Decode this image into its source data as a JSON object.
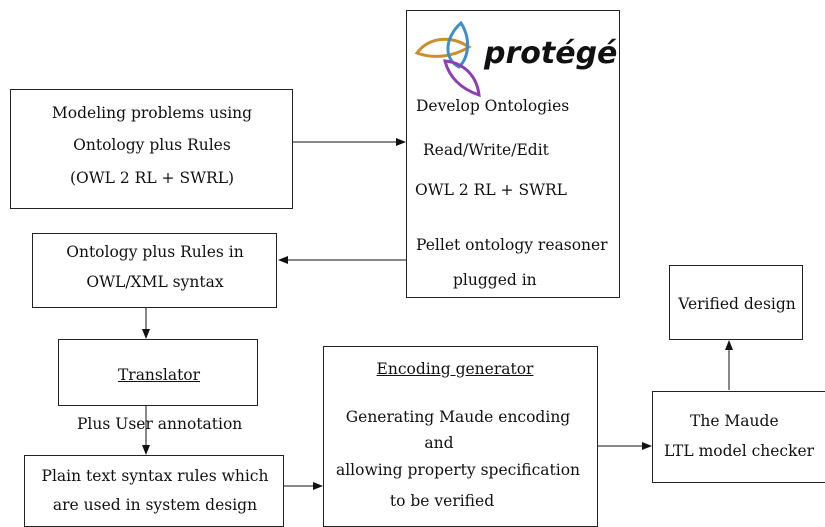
{
  "box_modeling": {
    "line1": "Modeling problems using",
    "line2": "Ontology plus Rules",
    "line3": "(OWL 2 RL + SWRL)"
  },
  "box_protege": {
    "logo_text": "protégé",
    "line1": "Develop Ontologies",
    "line2": "Read/Write/Edit",
    "line3": "OWL 2 RL + SWRL",
    "line4": "Pellet ontology reasoner",
    "line5": "plugged in"
  },
  "box_owlxml": {
    "line1": "Ontology plus Rules in",
    "line2": "OWL/XML syntax"
  },
  "box_translator": {
    "title": "Translator"
  },
  "annotation_label": "Plus User annotation",
  "box_plaintext": {
    "line1": "Plain text syntax rules which",
    "line2": "are used in system design"
  },
  "box_encoding": {
    "title": "Encoding generator",
    "line1": "Generating Maude encoding",
    "line2": "and",
    "line3": "allowing property specification",
    "line4": "to be verified"
  },
  "box_maude": {
    "line1": "The Maude",
    "line2": "LTL model checker"
  },
  "box_verified": {
    "title": "Verified design"
  }
}
